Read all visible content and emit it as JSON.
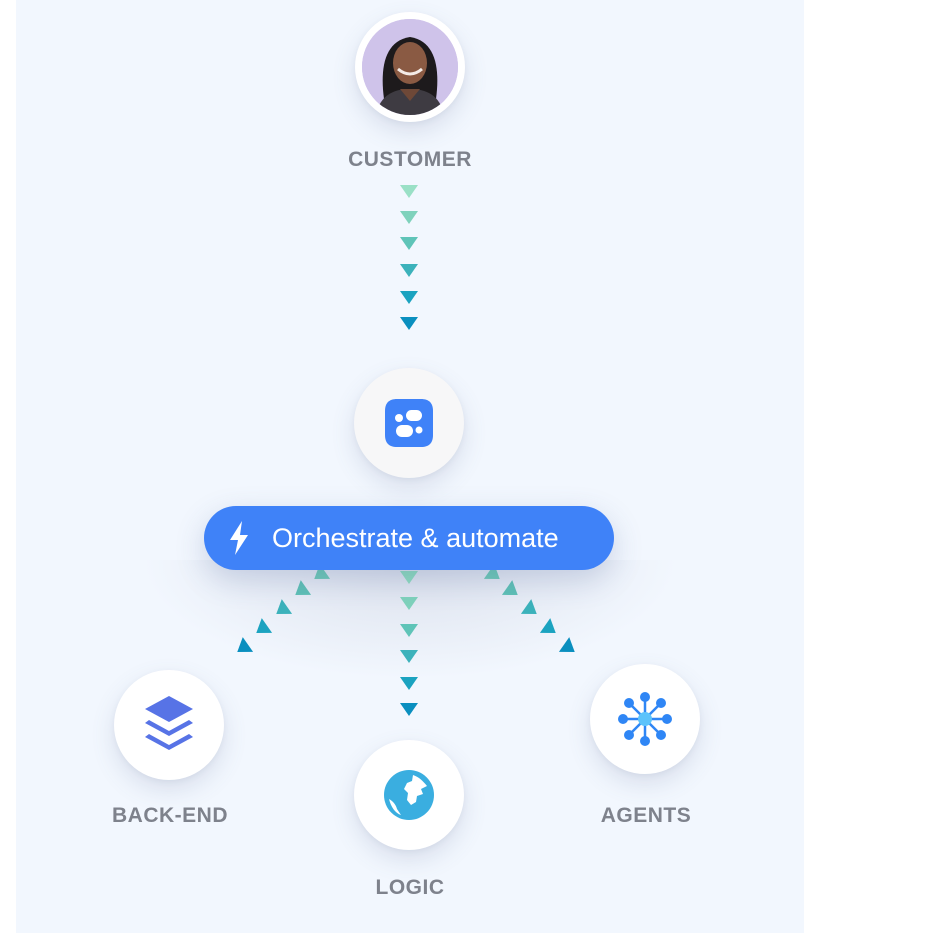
{
  "diagram": {
    "nodes": {
      "customer": {
        "label": "CUSTOMER",
        "icon": "customer-avatar-photo"
      },
      "hub": {
        "label": "",
        "icon": "app-logo-icon",
        "icon_color": "#3f82f8"
      },
      "backend": {
        "label": "BACK-END",
        "icon": "layers-icon",
        "icon_color": "#5773e6"
      },
      "logic": {
        "label": "LOGIC",
        "icon": "globe-icon",
        "icon_color": "#3aaee0"
      },
      "agents": {
        "label": "AGENTS",
        "icon": "network-hub-icon",
        "icon_color": "#2f86f5"
      }
    },
    "action_pill": {
      "label": "Orchestrate & automate",
      "icon": "lightning-bolt-icon",
      "color": "#3f82f8"
    },
    "flow_arrows": {
      "gradient_start": "#8fdcc0",
      "gradient_end": "#0a8fbf",
      "edges": [
        {
          "from": "CUSTOMER",
          "to": "hub",
          "count": 6
        },
        {
          "from": "hub",
          "to": "BACK-END",
          "count": 5
        },
        {
          "from": "hub",
          "to": "LOGIC",
          "count": 6
        },
        {
          "from": "hub",
          "to": "AGENTS",
          "count": 5
        }
      ]
    },
    "colors": {
      "panel_background": "#f2f7fe",
      "label_text": "#7e828c"
    }
  }
}
